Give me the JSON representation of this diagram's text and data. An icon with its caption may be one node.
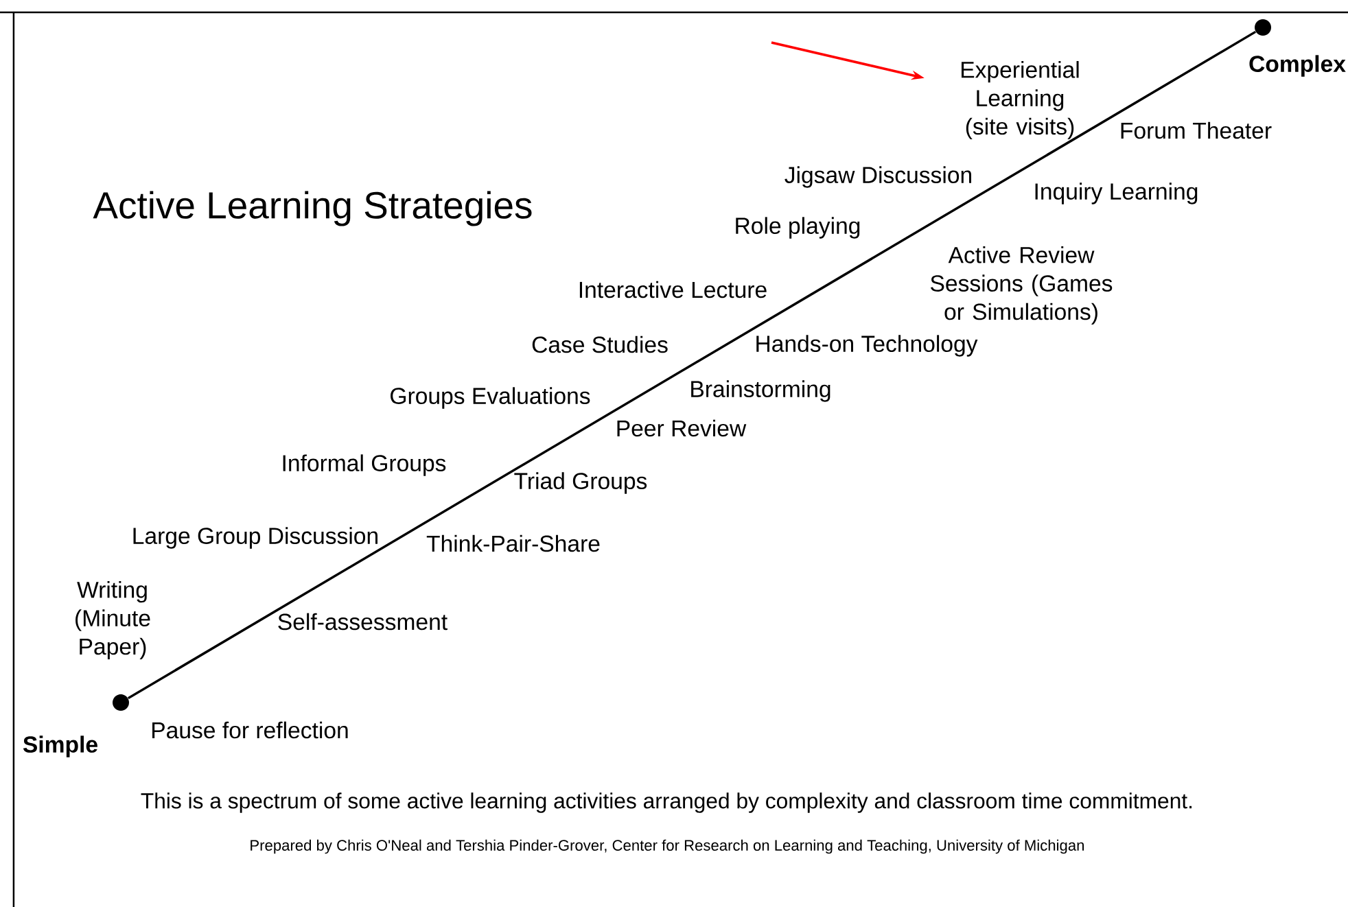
{
  "diagram": {
    "title": "Active Learning Strategies",
    "caption": "This is a spectrum of some active learning activities arranged by complexity and classroom time commitment.",
    "nodes": [
      {
        "text": [],
        "shape": "circle",
        "beside": [
          "Simple"
        ]
      },
      {
        "text": [],
        "shape": "circle",
        "beside": [
          "Complex"
        ]
      },
      {
        "text": [
          "Experiential Learning (site visits)"
        ]
      }
    ],
    "edges": [
      {
        "from": 0,
        "to": 1,
        "arrow": "none"
      },
      {
        "from": null,
        "to": 2,
        "arrow": "to",
        "color": "#ff0000"
      }
    ],
    "labels": [
      "Forum Theater",
      "Jigsaw Discussion",
      "Inquiry Learning",
      "Role playing",
      "Active Review Sessions (Games or Simulations)",
      "Interactive Lecture",
      "Case Studies",
      "Hands-on Technology",
      "Brainstorming",
      "Groups Evaluations",
      "Peer Review",
      "Informal Groups",
      "Triad Groups",
      "Large Group Discussion",
      "Think-Pair-Share",
      "Writing (Minute Paper)",
      "Self-assessment",
      "Pause for reflection",
      "Prepared by Chris O'Neal and Tershia Pinder-Grover, Center for Research on Learning and Teaching, University of Michigan"
    ]
  }
}
